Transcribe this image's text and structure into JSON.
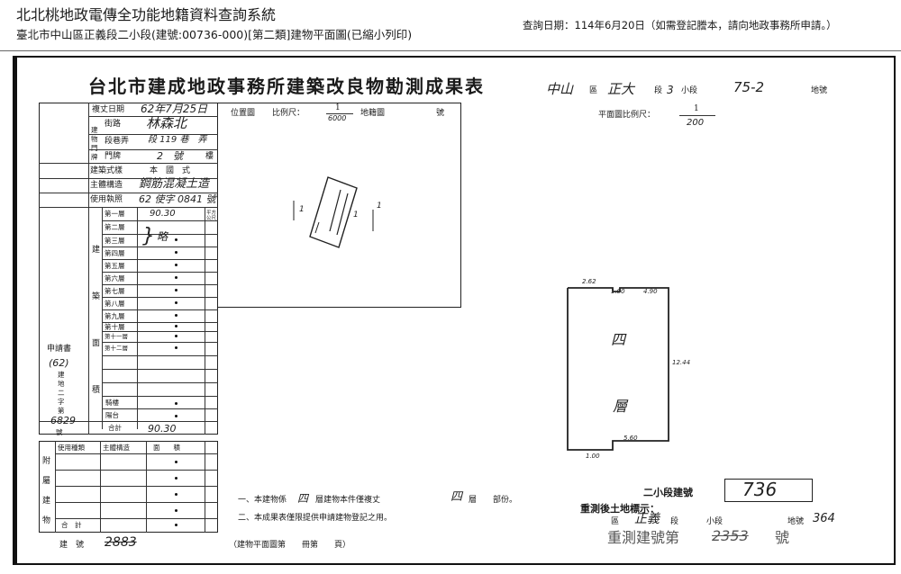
{
  "header": {
    "system_title": "北北桃地政電傳全功能地籍資料查詢系統",
    "subtitle": "臺北市中山區正義段二小段(建號:00736-000)[第二類]建物平面圖(已縮小列印)",
    "query_date": "查詢日期：114年6月20日（如需登記謄本，請向地政事務所申請。）"
  },
  "document": {
    "title": "台北市建成地政事務所建築改良物勘測成果表",
    "title_hw_district": "中山",
    "title_district_label": "區",
    "title_hw_section": "正大",
    "title_section_label": "段",
    "title_hw_subsection": "3",
    "title_subsection_label": "小段",
    "title_hw_lot": "75-2",
    "title_lot_label": "地號",
    "form": {
      "survey_date_label": "複丈日期",
      "survey_date_hw": "62年7月25日",
      "doorplate_group": "建物門牌",
      "street_label": "街路",
      "street_hw": "林森北",
      "section_lane_label": "段巷弄",
      "section_lane_hw": "段 119 巷　弄",
      "doorplate_no_label": "門牌",
      "doorplate_no_hw": "2　號",
      "floor_label": "樓",
      "building_style_label": "建築式樣",
      "building_style_value": "本　國　式",
      "main_structure_label": "主體構造",
      "main_structure_hw": "鋼筋混凝土造",
      "use_permit_label": "使用執照",
      "use_permit_hw": "62 使字 0841 號",
      "floor_area_group": "建築面積",
      "floor_rows": [
        "第一層",
        "第二層",
        "第三層",
        "第四層",
        "第五層",
        "第六層",
        "第七層",
        "第八層",
        "第九層",
        "第十層",
        "第十一層",
        "第十二層"
      ],
      "first_floor_area_hw": "90.30",
      "omitted_hw": "略",
      "arcade_label": "騎樓",
      "balcony_label": "陽台",
      "total_label": "合計",
      "total_hw": "90.30",
      "unit_label": "平方公尺",
      "applicant_label": "申請書",
      "applicant_hw": "(62)",
      "applicant_text": "建地二字第",
      "applicant_no_hw": "6829",
      "applicant_hao": "號",
      "accessory_group": "附屬建物",
      "acc_use_label": "使用種類",
      "acc_structure_label": "主體構造",
      "acc_area_label": "面　　積",
      "acc_total_label": "合　計"
    },
    "location_map": {
      "label": "位置圖",
      "scale_label": "比例尺：",
      "scale_num": "1",
      "scale_den_hw": "6000",
      "cadastral_label": "地籍圖",
      "lot_label": "號"
    },
    "floor_plan": {
      "scale_label": "平面圖比例尺：",
      "scale_num": "1",
      "scale_den_hw": "200",
      "dim_top_left": "2.62",
      "dim_top_mid": "1.00",
      "dim_top_right": "4.90",
      "dim_right": "12.44",
      "dim_bottom": "5.60",
      "dim_bottom_left": "1.00",
      "room_hw_1": "四",
      "room_hw_2": "層"
    },
    "notes": {
      "note1_pre": "一、本建物係",
      "note1_hw_floors": "四",
      "note1_mid": "層建物本件僅複丈",
      "note1_hw_floor": "四",
      "note1_post": "層　　部份。",
      "note2": "二、本成果表僅限提供申請建物登記之用。"
    },
    "renumber": {
      "subsection_label": "二小段建號",
      "building_no_hw": "736",
      "after_label": "重測後土地標示：",
      "district_label": "區",
      "section_hw": "正義",
      "section_label": "段",
      "subsection_label2": "小段",
      "lot_label": "地號",
      "lot_hw": "364",
      "stamp_text": "重測建號第",
      "stamp_old_hw": "2353",
      "stamp_hao": "號"
    },
    "footer": {
      "building_no_label": "建　號",
      "building_no_hw": "2883",
      "plan_ref": "（建物平面圖第　　冊第　　頁）"
    }
  }
}
